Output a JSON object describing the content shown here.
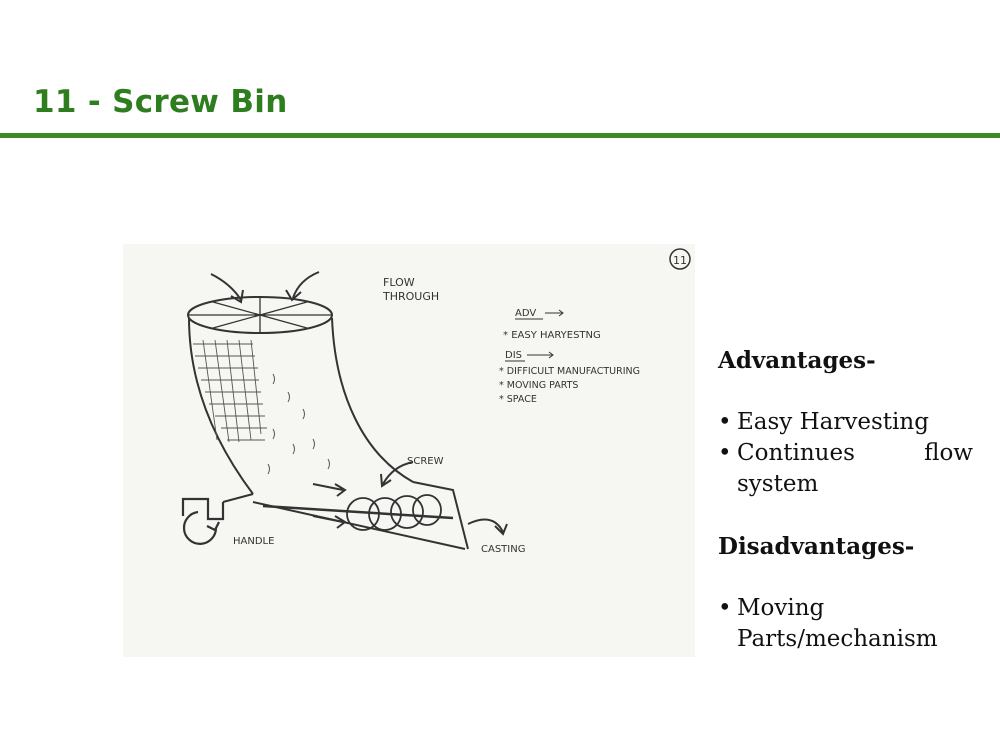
{
  "slide": {
    "title": "11 - Screw Bin",
    "accent_color": "#2e7d1f"
  },
  "sketch": {
    "page_number": "11",
    "label_flow_through": [
      "FLOW",
      "THROUGH"
    ],
    "label_screw": "SCREW",
    "label_handle": "HANDLE",
    "label_casting": "CASTING",
    "notes": {
      "adv_heading": "ADV",
      "adv_items": [
        "EASY HARYESTNG"
      ],
      "dis_heading": "DIS",
      "dis_items": [
        "DIFFICULT MANUFACTURING",
        "MOVING PARTS",
        "SPACE"
      ]
    }
  },
  "advantages": {
    "heading": "Advantages-",
    "items": [
      "Easy Harvesting",
      "Continues flow system"
    ]
  },
  "disadvantages": {
    "heading": "Disadvantages-",
    "items": [
      "Moving Parts/mechanism"
    ]
  }
}
